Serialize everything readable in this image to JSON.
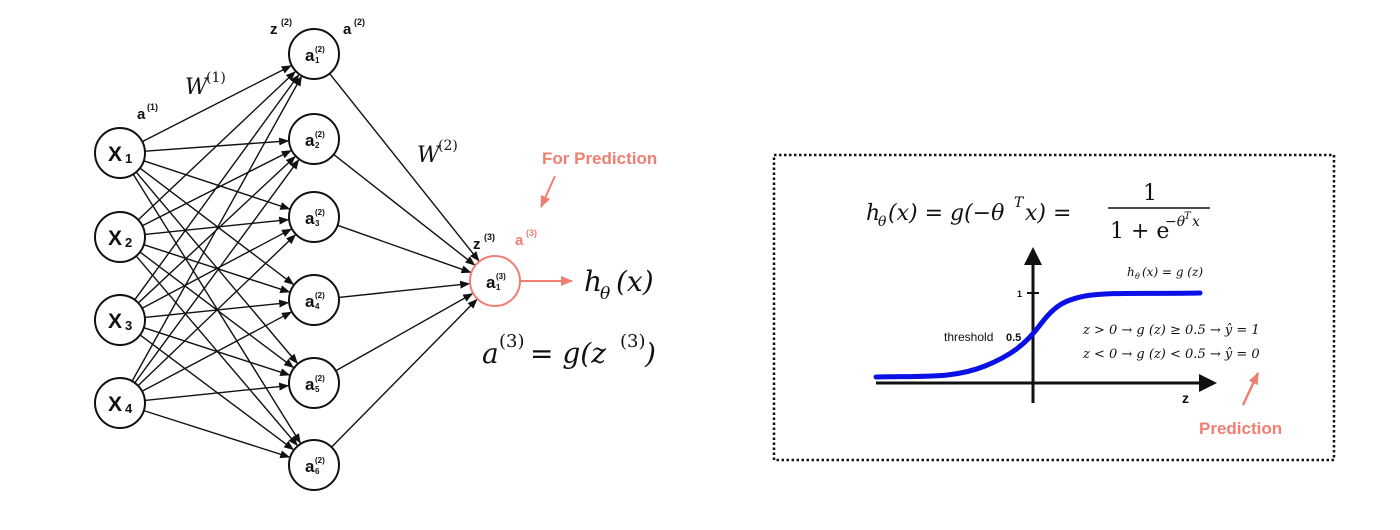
{
  "network": {
    "inputs": [
      {
        "base": "X",
        "sub": "1"
      },
      {
        "base": "X",
        "sub": "2"
      },
      {
        "base": "X",
        "sub": "3"
      },
      {
        "base": "X",
        "sub": "4"
      }
    ],
    "hidden": [
      {
        "base": "a",
        "sup": "(2)",
        "sub": "1"
      },
      {
        "base": "a",
        "sup": "(2)",
        "sub": "2"
      },
      {
        "base": "a",
        "sup": "(2)",
        "sub": "3"
      },
      {
        "base": "a",
        "sup": "(2)",
        "sub": "4"
      },
      {
        "base": "a",
        "sup": "(2)",
        "sub": "5"
      },
      {
        "base": "a",
        "sup": "(2)",
        "sub": "6"
      }
    ],
    "output": {
      "base": "a",
      "sup": "(3)",
      "sub": "1"
    },
    "layer_labels": {
      "input_a": {
        "base": "a",
        "sup": "(1)"
      },
      "hidden_z": {
        "base": "z",
        "sup": "(2)"
      },
      "hidden_a": {
        "base": "a",
        "sup": "(2)"
      },
      "output_z": {
        "base": "z",
        "sup": "(3)"
      },
      "output_a": {
        "base": "a",
        "sup": "(3)"
      }
    },
    "weights": {
      "w1": {
        "base": "W",
        "sup": "(1)"
      },
      "w2": {
        "base": "W",
        "sup": "(2)"
      }
    },
    "hypothesis": {
      "h": "h",
      "theta": "θ",
      "arg": "(x)"
    },
    "activation_eq": {
      "lhs": "a",
      "lhs_sup": "(3)",
      "rhs_pre": "= g(z",
      "rhs_sup": "(3)",
      "rhs_post": ")"
    },
    "callout": "For Prediction"
  },
  "sigmoid_panel": {
    "formula_lhs": "h",
    "formula_lhs_sub": "θ",
    "formula_mid": "(x) = g(−θ",
    "formula_T": "T",
    "formula_mid2": "x) =",
    "frac_num": "1",
    "frac_den": "1 + e",
    "frac_den_sup": "−θ",
    "frac_den_sup_T": "T",
    "frac_den_sup_x": "x",
    "curve_label": "h",
    "curve_label_sub": "θ",
    "curve_label_rest": "(x) = g (z)",
    "y_tick_1": "1",
    "threshold": "threshold",
    "threshold_value": "0.5",
    "z_axis": "z",
    "rule_pos": "z > 0 → g (z) ≥ 0.5 → ŷ = 1",
    "rule_neg": "z < 0 → g (z) < 0.5 → ŷ = 0",
    "callout": "Prediction"
  },
  "colors": {
    "accent": "#f07f73",
    "curve": "#0a10e6",
    "ink": "#111111"
  }
}
